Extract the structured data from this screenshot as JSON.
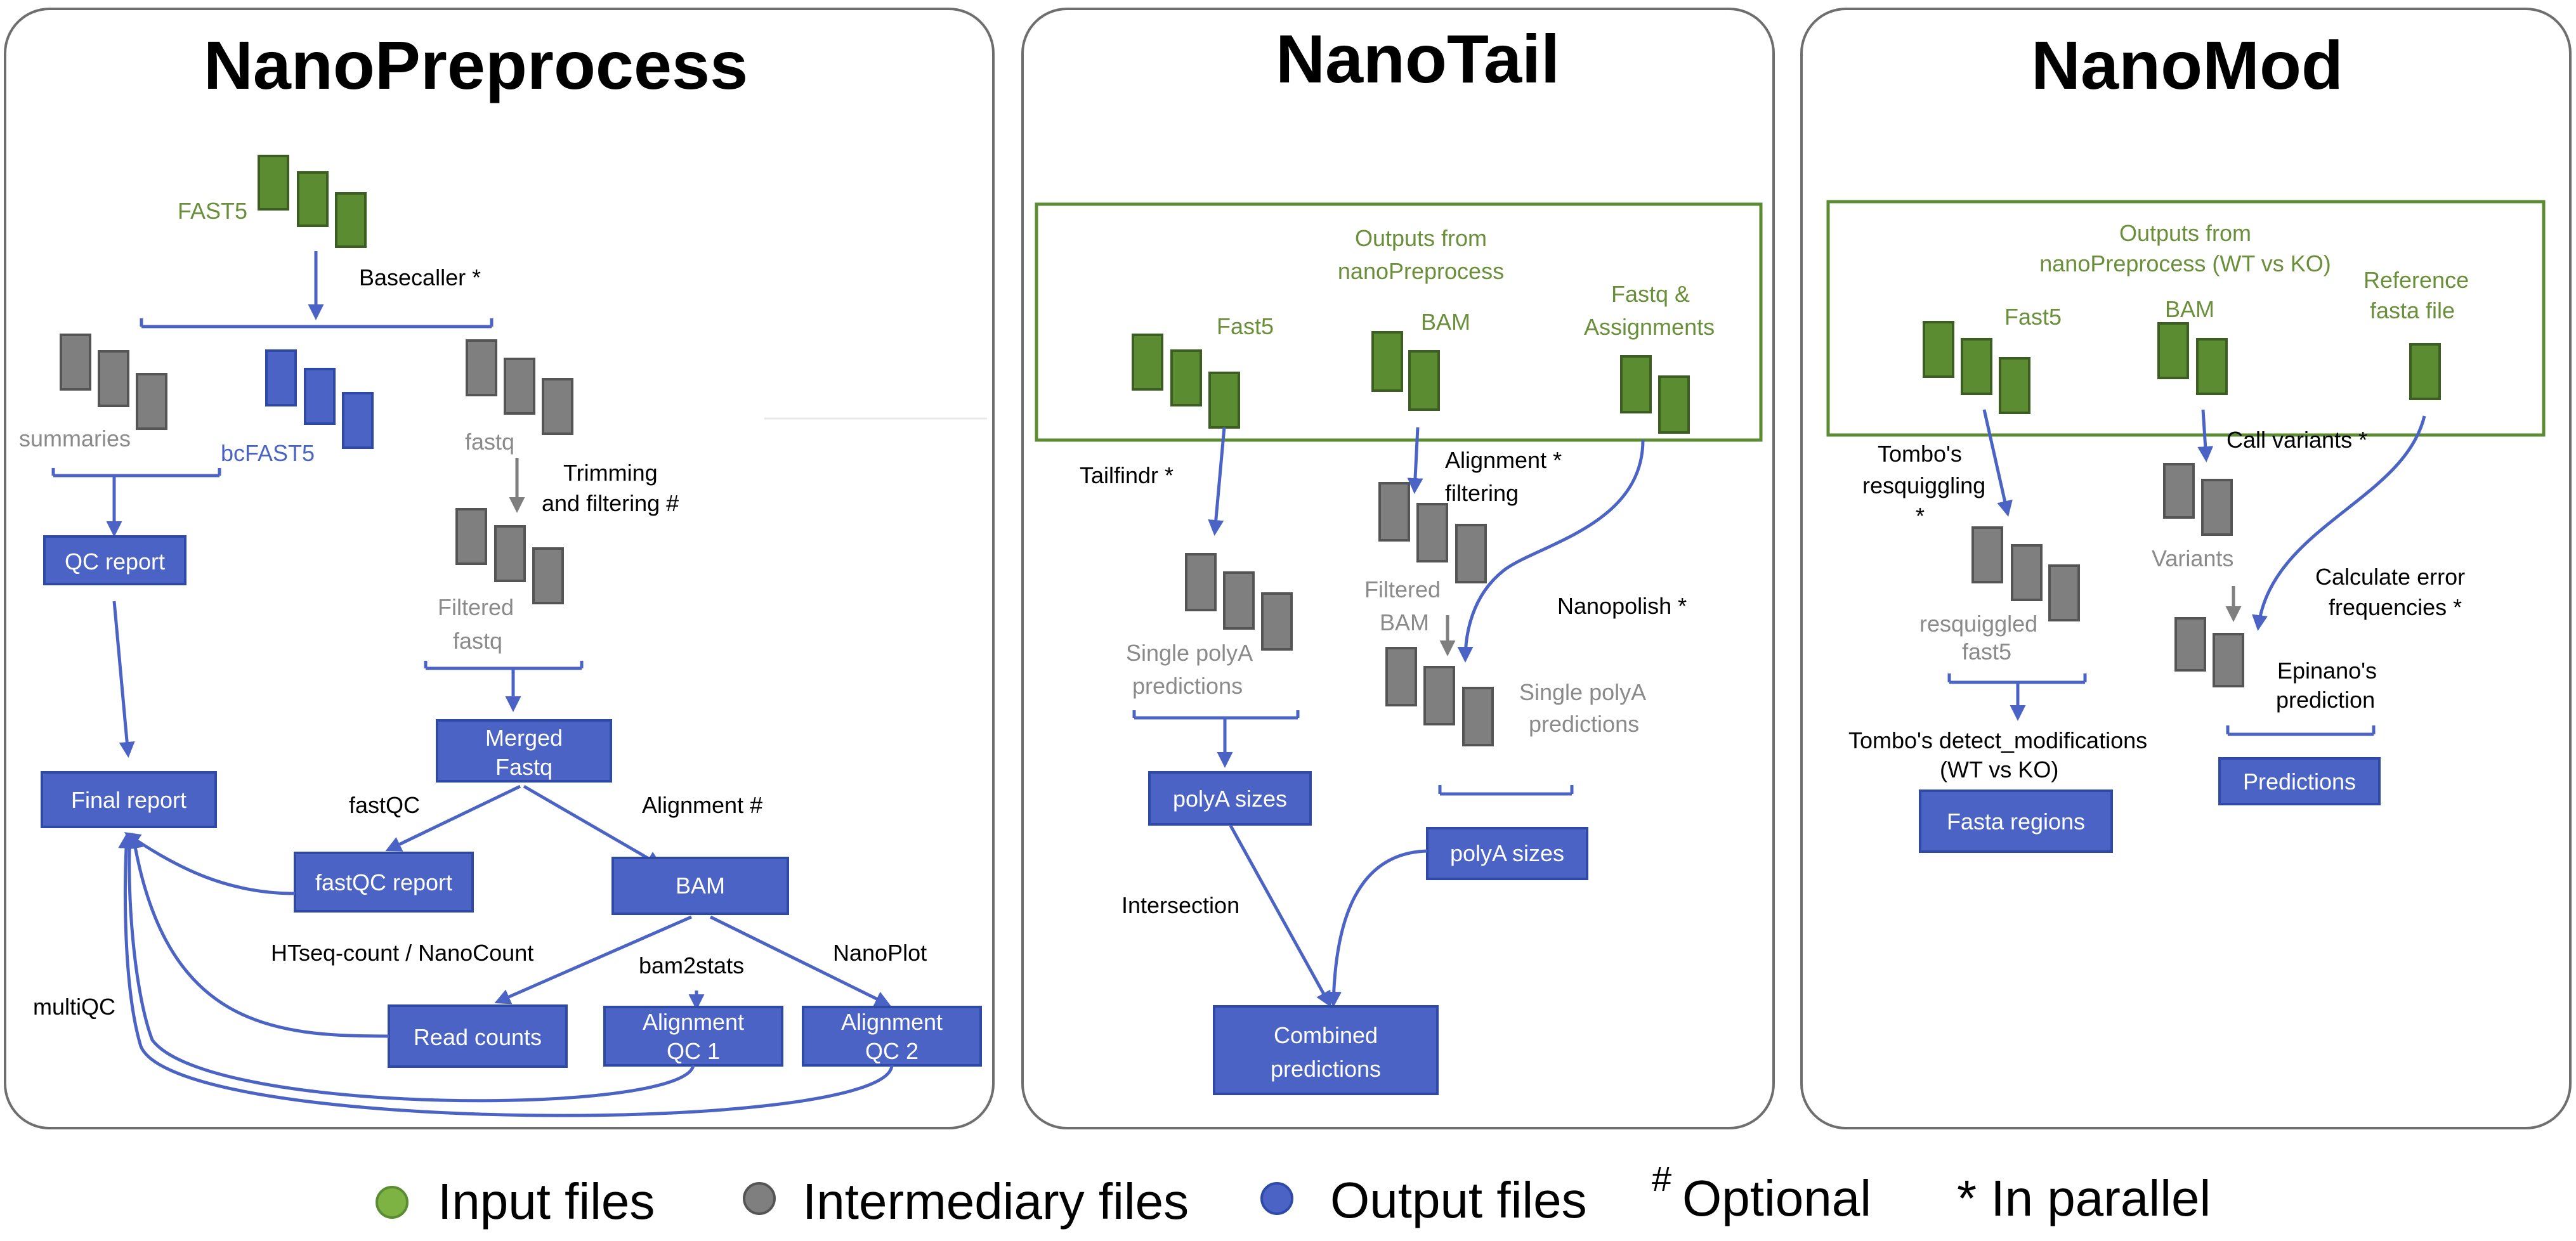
{
  "colors": {
    "input": "#5b8c32",
    "intermediary": "#7f7f7f",
    "output": "#4a63c4",
    "panel_border": "#6e6e6e",
    "green_frame": "#5b8c32",
    "arrow": "#4a63c4",
    "arrow_grey": "#7f7f7f"
  },
  "icons": {
    "input": "file-stack-icon-green",
    "intermediary": "file-stack-icon-grey",
    "output": "file-stack-icon-blue"
  },
  "preprocess": {
    "title": "NanoPreprocess",
    "fast5": "FAST5",
    "basecaller": "Basecaller *",
    "summaries": "summaries",
    "bcfast5": "bcFAST5",
    "fastq": "fastq",
    "trimming_1": "Trimming",
    "trimming_2": "and filtering #",
    "filtered_1": "Filtered",
    "filtered_2": "fastq",
    "qc_report": "QC report",
    "merged_1": "Merged",
    "merged_2": "Fastq",
    "final_report": "Final report",
    "fastqc": "fastQC",
    "alignment": "Alignment #",
    "fastqc_report": "fastQC report",
    "bam": "BAM",
    "htseq": "HTseq-count / NanoCount",
    "bam2stats": "bam2stats",
    "nanoplot": "NanoPlot",
    "multiqc": "multiQC",
    "read_counts": "Read counts",
    "aqc1_1": "Alignment",
    "aqc1_2": "QC 1",
    "aqc2_1": "Alignment",
    "aqc2_2": "QC 2"
  },
  "tail": {
    "title": "NanoTail",
    "outputs_1": "Outputs from",
    "outputs_2": "nanoPreprocess",
    "fast5": "Fast5",
    "bam": "BAM",
    "fastq_1": "Fastq &",
    "fastq_2": "Assignments",
    "tailfindr": "Tailfindr *",
    "alignment_1": "Alignment *",
    "alignment_2": "filtering",
    "filtered_1": "Filtered",
    "filtered_2": "BAM",
    "nanopolish": "Nanopolish *",
    "single_l_1": "Single polyA",
    "single_l_2": "predictions",
    "single_r_1": "Single polyA",
    "single_r_2": "predictions",
    "polya_left": "polyA sizes",
    "polya_right": "polyA sizes",
    "intersection": "Intersection",
    "combined_1": "Combined",
    "combined_2": "predictions"
  },
  "mod": {
    "title": "NanoMod",
    "outputs_1": "Outputs from",
    "outputs_2": "nanoPreprocess (WT vs KO)",
    "fast5": "Fast5",
    "bam": "BAM",
    "reference_1": "Reference",
    "reference_2": "fasta file",
    "tombo_1": "Tombo's",
    "tombo_2": "resquiggling",
    "tombo_3": "*",
    "call_variants": "Call variants *",
    "variants": "Variants",
    "calc_1": "Calculate error",
    "calc_2": "frequencies *",
    "resq_1": "resquiggled",
    "resq_2": "fast5",
    "epinano_1": "Epinano's",
    "epinano_2": "prediction",
    "detect_1": "Tombo's detect_modifications",
    "detect_2": "(WT vs KO)",
    "predictions": "Predictions",
    "fasta_regions": "Fasta regions"
  },
  "legend": {
    "input": "Input files",
    "intermediary": "Intermediary files",
    "output": "Output files",
    "optional_mark": "#",
    "optional": "Optional",
    "parallel": "* In parallel"
  }
}
